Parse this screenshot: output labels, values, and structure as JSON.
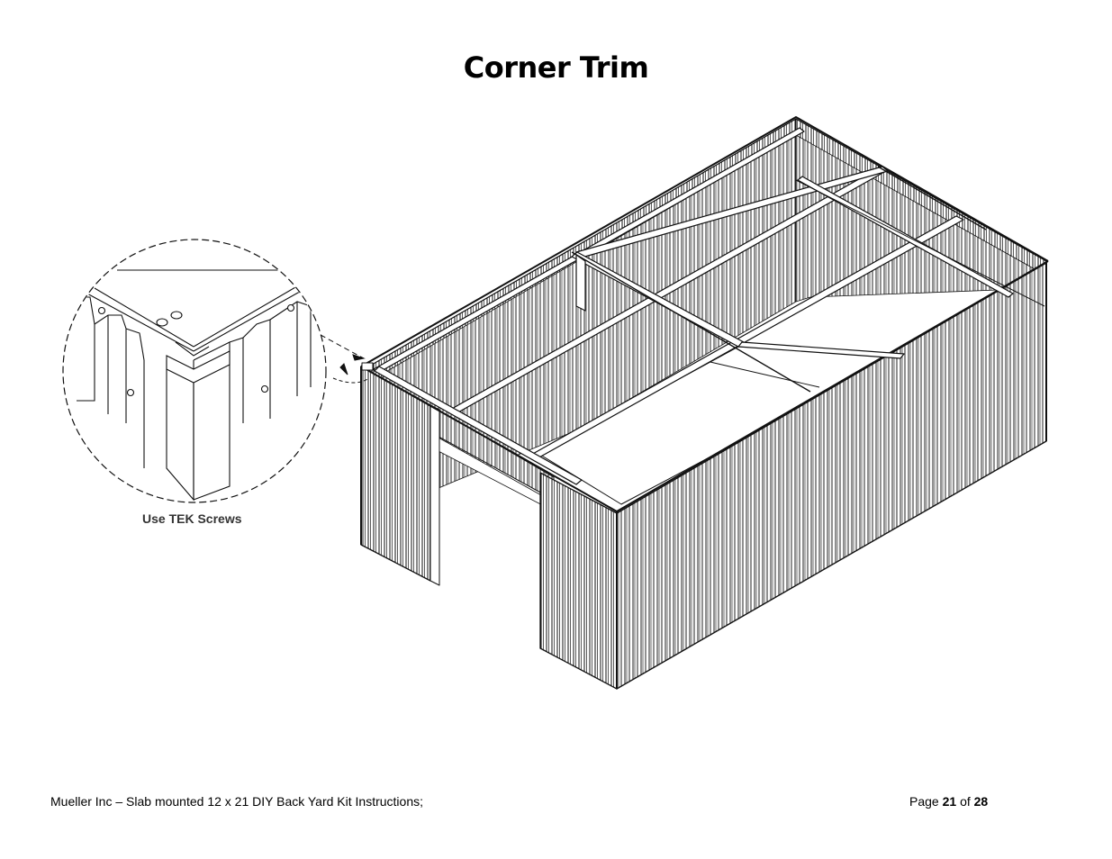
{
  "page": {
    "title": "Corner Trim"
  },
  "figure": {
    "callout_label": "Use TEK Screws"
  },
  "footer": {
    "document_title": "Mueller Inc – Slab mounted 12 x 21 DIY Back Yard Kit Instructions;",
    "page_prefix": "Page",
    "page_current": "21",
    "page_of": "of",
    "page_total": "28"
  }
}
